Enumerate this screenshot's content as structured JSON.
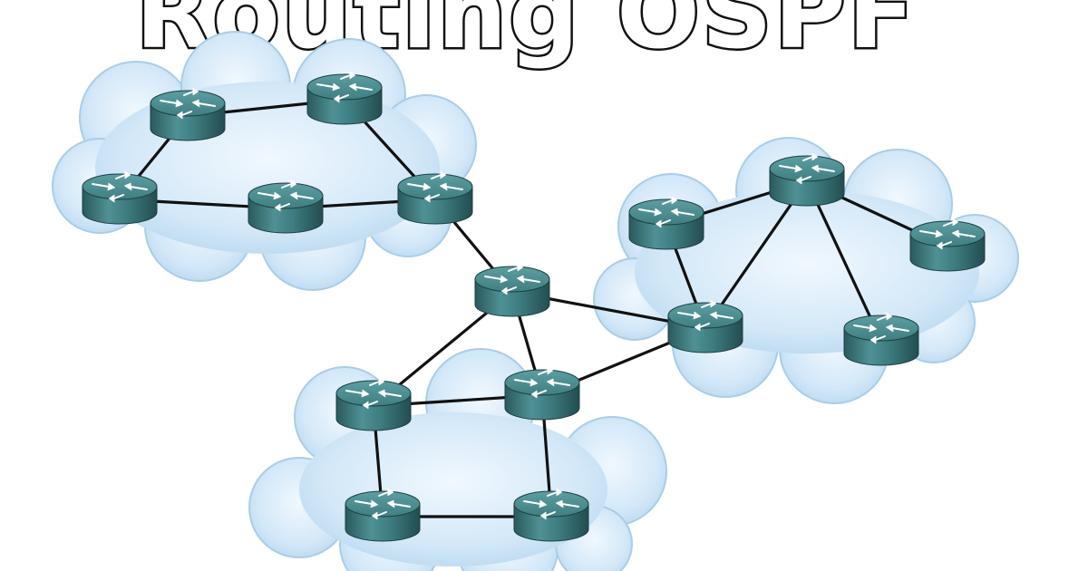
{
  "title": "Routing OSPF",
  "colors": {
    "cloud_fill": "#cfe6f8",
    "cloud_edge": "#a9cde9",
    "router_top": "#3f7f82",
    "router_body": "#2f6467",
    "link": "#111111"
  },
  "icons": {
    "router": "router-icon",
    "cloud": "cloud-icon"
  },
  "routers": [
    "r1",
    "r2",
    "r3",
    "r4",
    "r5",
    "r6",
    "r7",
    "r8",
    "r9",
    "r10",
    "r11",
    "r12",
    "r13",
    "r14",
    "r15"
  ],
  "links": [
    [
      "r1",
      "r2"
    ],
    [
      "r1",
      "r3"
    ],
    [
      "r3",
      "r4"
    ],
    [
      "r4",
      "r5"
    ],
    [
      "r2",
      "r5"
    ],
    [
      "r5",
      "r6"
    ],
    [
      "r6",
      "r7"
    ],
    [
      "r6",
      "r8"
    ],
    [
      "r6",
      "r11"
    ],
    [
      "r7",
      "r8"
    ],
    [
      "r7",
      "r9"
    ],
    [
      "r9",
      "r10"
    ],
    [
      "r8",
      "r10"
    ],
    [
      "r8",
      "r11"
    ],
    [
      "r12",
      "r13"
    ],
    [
      "r12",
      "r11"
    ],
    [
      "r13",
      "r11"
    ],
    [
      "r13",
      "r14"
    ],
    [
      "r13",
      "r15"
    ]
  ]
}
